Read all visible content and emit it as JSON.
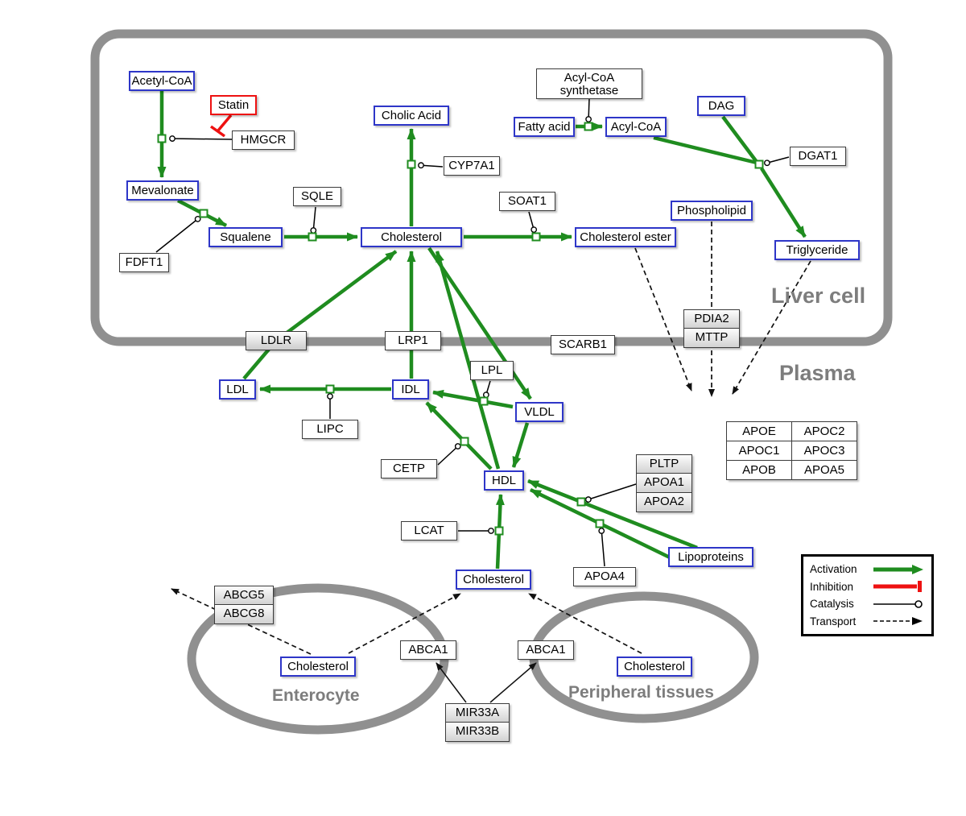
{
  "regions": {
    "liver_cell": "Liver cell",
    "plasma": "Plasma",
    "enterocyte": "Enterocyte",
    "peripheral": "Peripheral tissues"
  },
  "nodes": {
    "acetyl_coa": "Acetyl-CoA",
    "statin": "Statin",
    "hmgcr": "HMGCR",
    "mevalonate": "Mevalonate",
    "fdft1": "FDFT1",
    "squalene": "Squalene",
    "sqle": "SQLE",
    "cholic_acid": "Cholic Acid",
    "cyp7a1": "CYP7A1",
    "cholesterol_liver": "Cholesterol",
    "soat1": "SOAT1",
    "cholesterol_ester": "Cholesterol ester",
    "acyl_coa_synthetase_line1": "Acyl-CoA",
    "acyl_coa_synthetase_line2": "synthetase",
    "fatty_acid": "Fatty acid",
    "acyl_coa": "Acyl-CoA",
    "dag": "DAG",
    "dgat1": "DGAT1",
    "phospholipid": "Phospholipid",
    "triglyceride": "Triglyceride",
    "ldlr": "LDLR",
    "lrp1": "LRP1",
    "scarb1": "SCARB1",
    "pdia2": "PDIA2",
    "mttp": "MTTP",
    "ldl": "LDL",
    "idl": "IDL",
    "lipc": "LIPC",
    "lpl": "LPL",
    "vldl": "VLDL",
    "cetp": "CETP",
    "hdl": "HDL",
    "pltp": "PLTP",
    "apoa1": "APOA1",
    "apoa2": "APOA2",
    "lcat": "LCAT",
    "apoa4": "APOA4",
    "lipoproteins": "Lipoproteins",
    "cholesterol_plasma": "Cholesterol",
    "abcg5": "ABCG5",
    "abcg8": "ABCG8",
    "cholesterol_enterocyte": "Cholesterol",
    "abca1_left": "ABCA1",
    "abca1_right": "ABCA1",
    "cholesterol_peripheral": "Cholesterol",
    "mir33a": "MIR33A",
    "mir33b": "MIR33B"
  },
  "apo_table": {
    "rows": [
      [
        "APOE",
        "APOC2"
      ],
      [
        "APOC1",
        "APOC3"
      ],
      [
        "APOB",
        "APOA5"
      ]
    ]
  },
  "legend": {
    "activation": "Activation",
    "inhibition": "Inhibition",
    "catalysis": "Catalysis",
    "transport": "Transport"
  },
  "colors": {
    "activation_green": "#1f8c1f",
    "inhibition_red": "#ee1111",
    "membrane_gray": "#909090",
    "metabolite_border_blue": "#2e36c8"
  }
}
